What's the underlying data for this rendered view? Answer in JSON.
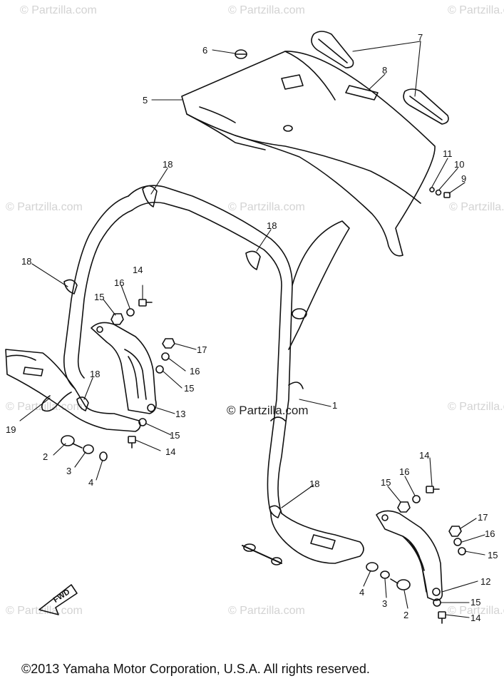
{
  "watermark": "© Partzilla.com",
  "center_watermark": "© Partzilla.com",
  "fwd_label": "FWD",
  "copyright": "©2013  Yamaha Motor Corporation, U.S.A. All rights reserved.",
  "callouts": {
    "c1": "1",
    "c2a": "2",
    "c2b": "2",
    "c3a": "3",
    "c3b": "3",
    "c4a": "4",
    "c4b": "4",
    "c5": "5",
    "c6": "6",
    "c7": "7",
    "c8": "8",
    "c9": "9",
    "c10": "10",
    "c11": "11",
    "c12": "12",
    "c13": "13",
    "c14a": "14",
    "c14b": "14",
    "c14c": "14",
    "c14d": "14",
    "c15a": "15",
    "c15b": "15",
    "c15c": "15",
    "c15d": "15",
    "c15e": "15",
    "c15f": "15",
    "c16a": "16",
    "c16b": "16",
    "c16c": "16",
    "c16d": "16",
    "c17a": "17",
    "c17b": "17",
    "c18a": "18",
    "c18b": "18",
    "c18c": "18",
    "c18d": "18",
    "c18e": "18",
    "c19": "19"
  }
}
